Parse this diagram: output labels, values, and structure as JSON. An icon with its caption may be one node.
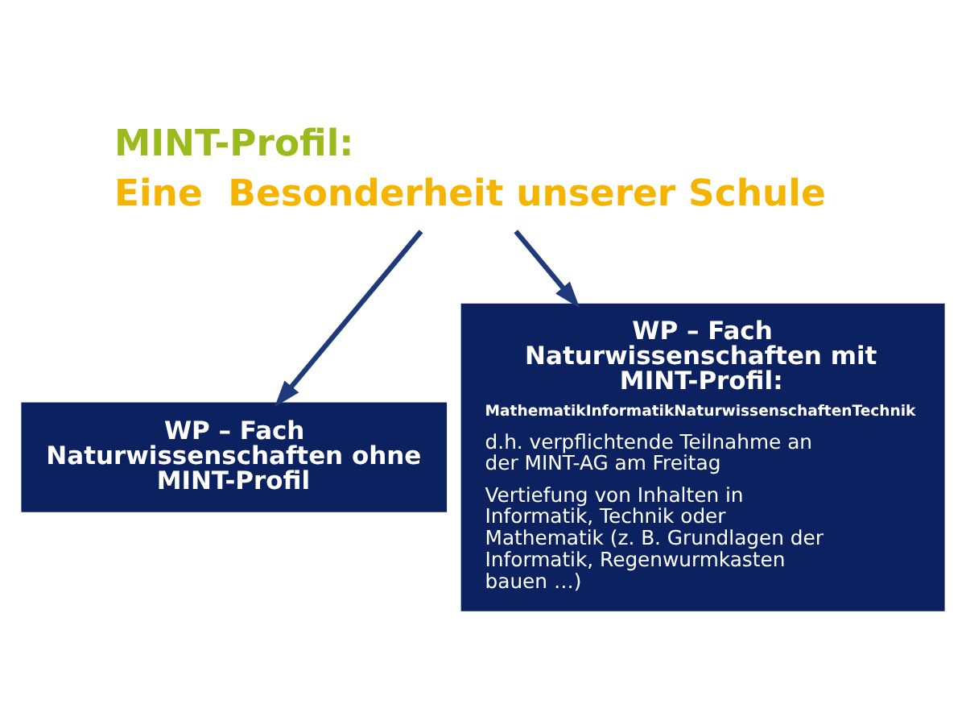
{
  "diagram": {
    "nodes": [
      {
        "text": [
          "MINT-Profil:",
          "Eine  Besonderheit unserer Schule"
        ]
      },
      {
        "text": [
          "WP – Fach Naturwissenschaften ohne MINT-Profil"
        ]
      },
      {
        "text": [
          "WP – Fach Naturwissenschaften mit MINT-Profil:",
          "MathematikInformatikNaturwissenschaftenTechnik",
          "d.h. verpflichtende Teilnahme an der MINT-AG am Freitag",
          "Vertiefung von Inhalten in Informatik, Technik oder Mathematik (z. B. Grundlagen der Informatik, Regenwurmkasten bauen …)"
        ]
      }
    ],
    "edges": [
      {
        "from": 0,
        "to": 1,
        "arrow": "to"
      },
      {
        "from": 0,
        "to": 2,
        "arrow": "to"
      }
    ]
  }
}
